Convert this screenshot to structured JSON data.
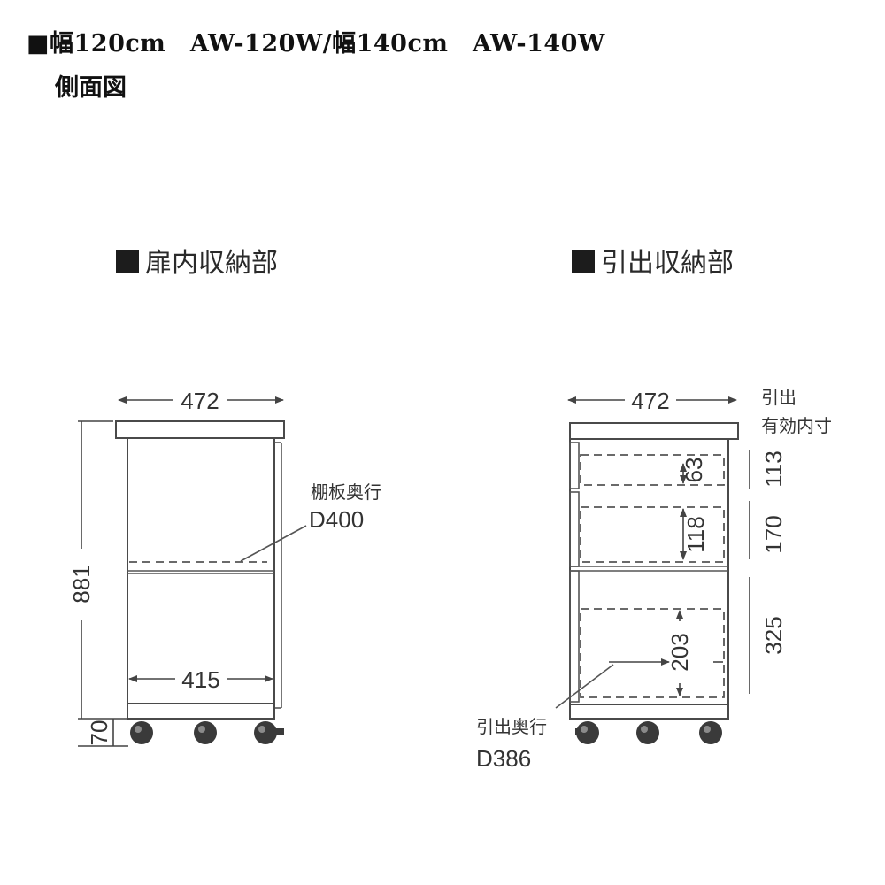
{
  "header": {
    "title": "■幅120cm　AW-120W/幅140cm　AW-140W",
    "subtitle": "側面図"
  },
  "left_section": {
    "title": "扉内収納部",
    "dims": {
      "outer_width": "472",
      "height": "881",
      "inner_width": "415",
      "base_height": "70"
    },
    "shelf_note_label": "棚板奥行",
    "shelf_note_value": "D400"
  },
  "right_section": {
    "title": "引出収納部",
    "dims": {
      "outer_width": "472",
      "top_drawer_inner": "63",
      "middle_drawer_inner": "118",
      "bottom_drawer_inner": "203",
      "top_drawer_outer": "113",
      "middle_drawer_outer": "170",
      "bottom_drawer_outer": "325"
    },
    "effective_label_line1": "引出",
    "effective_label_line2": "有効内寸",
    "drawer_note_label": "引出奥行",
    "drawer_note_value": "D386"
  },
  "colors": {
    "line": "#4a4a4a",
    "text": "#333333",
    "wheel": "#3a3a3a",
    "marker": "#1c1c1c"
  }
}
